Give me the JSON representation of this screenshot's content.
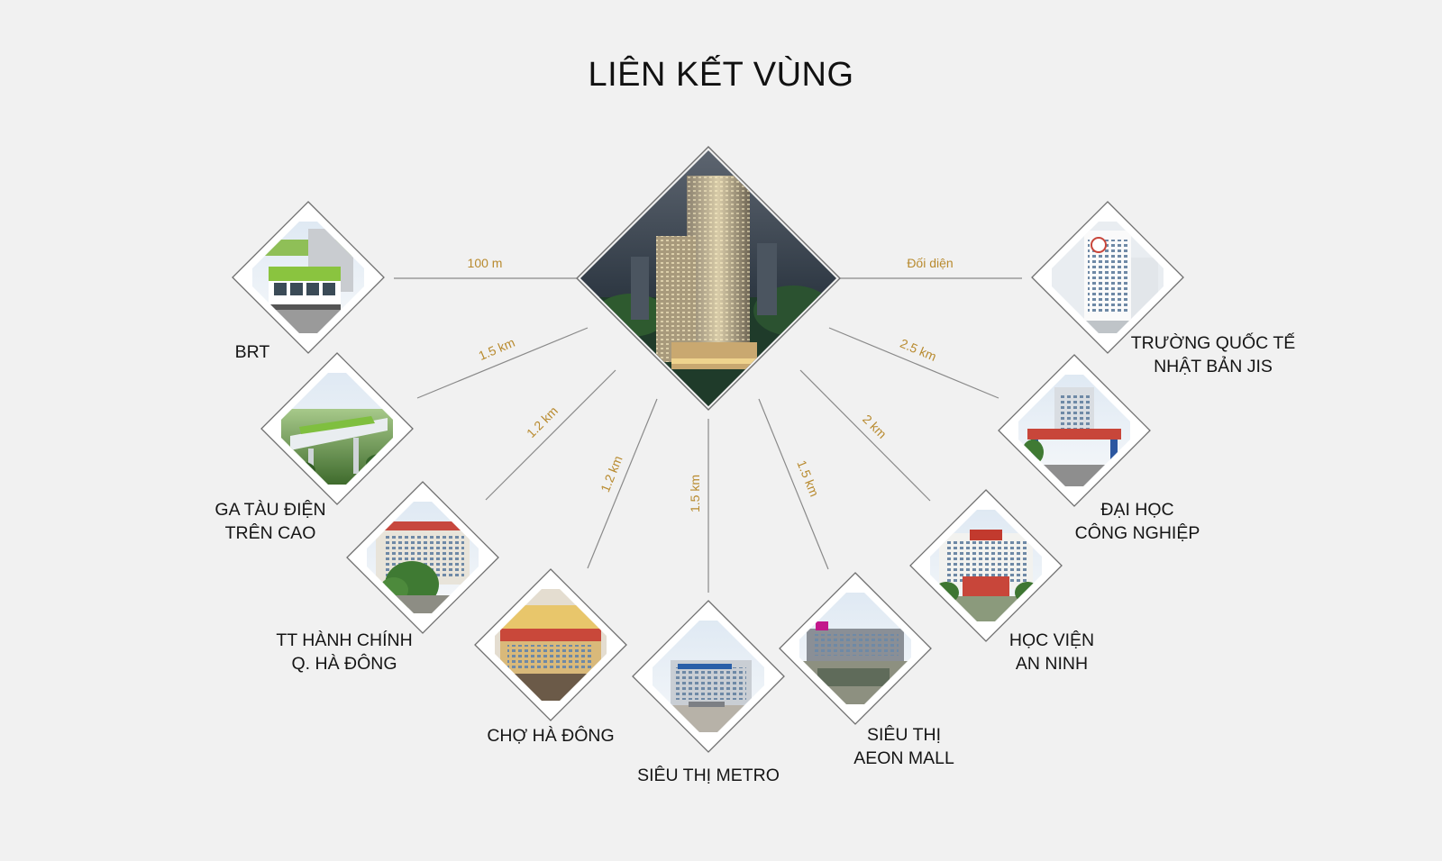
{
  "title": "LIÊN KẾT VÙNG",
  "colors": {
    "background": "#f1f1f1",
    "line": "#8a8a8a",
    "distance": "#b88a2e",
    "frame": "#6f6f6f"
  },
  "center": {
    "label": "",
    "icon": "tower-render"
  },
  "destinations": [
    {
      "id": "brt",
      "lines": [
        "BRT"
      ],
      "distance": "100 m",
      "icon": "brt-bus"
    },
    {
      "id": "ga-tau-dien",
      "lines": [
        "GA TÀU ĐIỆN",
        "TRÊN CAO"
      ],
      "distance": "1.5 km",
      "icon": "elevated-railway"
    },
    {
      "id": "tt-hanh-chinh",
      "lines": [
        "TT HÀNH CHÍNH",
        "Q. HÀ ĐÔNG"
      ],
      "distance": "1.2 km",
      "icon": "admin-building"
    },
    {
      "id": "cho-ha-dong",
      "lines": [
        "CHỢ HÀ ĐÔNG"
      ],
      "distance": "1.2 km",
      "icon": "market-building"
    },
    {
      "id": "metro",
      "lines": [
        "SIÊU THỊ METRO"
      ],
      "distance": "1.5 km",
      "icon": "metro-supermarket"
    },
    {
      "id": "aeon",
      "lines": [
        "SIÊU THỊ",
        "AEON MALL"
      ],
      "distance": "1.5 km",
      "icon": "aeon-mall"
    },
    {
      "id": "hoc-vien",
      "lines": [
        "HỌC VIỆN",
        "AN NINH"
      ],
      "distance": "2 km",
      "icon": "academy-building"
    },
    {
      "id": "dai-hoc",
      "lines": [
        "ĐẠI HỌC",
        "CÔNG NGHIỆP"
      ],
      "distance": "2.5 km",
      "icon": "university-gate"
    },
    {
      "id": "jis",
      "lines": [
        "TRƯỜNG QUỐC TẾ",
        "NHẬT BẢN JIS"
      ],
      "distance": "Đối diện",
      "icon": "school-building"
    }
  ]
}
